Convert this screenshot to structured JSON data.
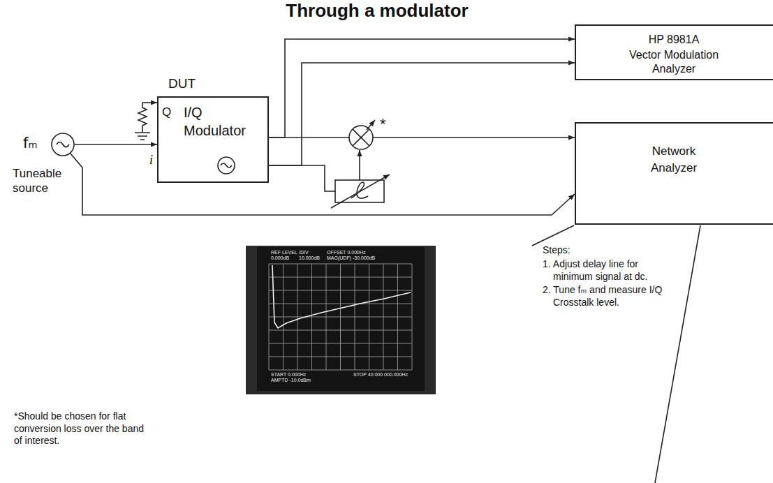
{
  "diagram": {
    "title": "Through a modulator",
    "nodes": [
      {
        "text": [
          "HP 8981A",
          "Vector Modulation Analyzer"
        ]
      },
      {
        "text": [
          "DUT",
          "I/Q Modulator"
        ]
      },
      {
        "text": [
          "Network Analyzer"
        ]
      },
      {
        "text": [
          "fₘ",
          "Tuneable source"
        ]
      }
    ],
    "edges": [
      {
        "from": 1,
        "to": 0,
        "arrow": "to"
      },
      {
        "from": 1,
        "to": 0,
        "arrow": "to"
      },
      {
        "from": 3,
        "to": 1,
        "arrow": "to"
      },
      {
        "from": 3,
        "to": 2,
        "arrow": "to"
      }
    ],
    "labels": [
      "Q",
      "i",
      "*",
      "Steps:",
      "1. Adjust delay line for minimum signal at dc.",
      "2. Tune fₘ and measure I/Q Crosstalk level.",
      "*Should be chosen for flat conversion loss over the band of interest.",
      "REF LEVEL",
      "0.000dB",
      "/DIV",
      "10.000dB",
      "OFFSET 0.000Hz",
      "MAG(UDF) -30.000dB",
      "START 0.000Hz",
      "AMPTD -10.0dBm",
      "STOP 40 000 000.000Hz"
    ]
  }
}
